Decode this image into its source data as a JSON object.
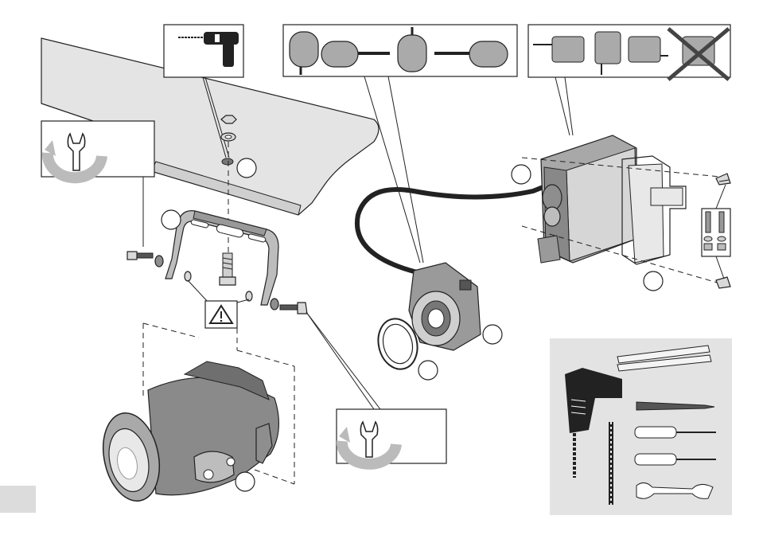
{
  "diagram": {
    "callouts": [
      {
        "id": "c1",
        "label": ""
      },
      {
        "id": "c2",
        "label": ""
      },
      {
        "id": "c3",
        "label": ""
      },
      {
        "id": "c4",
        "label": ""
      },
      {
        "id": "c5",
        "label": ""
      },
      {
        "id": "c6",
        "label": ""
      },
      {
        "id": "c7",
        "label": ""
      },
      {
        "id": "c8",
        "label": ""
      }
    ],
    "icons": [
      "drill-icon",
      "wrench-rotate-icon",
      "warning-icon",
      "connector-orientation-icon",
      "mounting-orientation-icon",
      "tools-icon"
    ],
    "colors": {
      "line": "#222222",
      "metal": "#bdbdbd",
      "panel": "#e3e3e3",
      "page-tab": "#dcdcdc"
    }
  }
}
